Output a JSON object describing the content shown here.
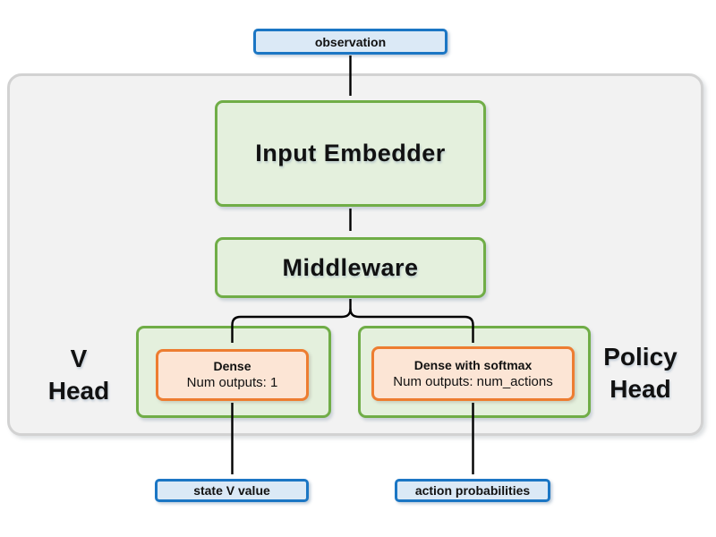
{
  "colors": {
    "blue_border": "#1b76c4",
    "blue_fill": "#dbe9f6",
    "green_border": "#70ad47",
    "green_fill": "#e4f0dd",
    "orange_border": "#ed7d31",
    "orange_fill": "#fce5d5",
    "container_fill": "#f2f2f2",
    "container_border": "#d2d2d2",
    "arrow_color": "#000000",
    "text_color": "#111111"
  },
  "diagram": {
    "input_node": {
      "label": "observation"
    },
    "input_embedder": {
      "label": "Input Embedder"
    },
    "middleware": {
      "label": "Middleware"
    },
    "v_head": {
      "title_line1": "V",
      "title_line2": "Head",
      "layer_title": "Dense",
      "layer_subtitle": "Num outputs: 1"
    },
    "policy_head": {
      "title_line1": "Policy",
      "title_line2": "Head",
      "layer_title": "Dense with softmax",
      "layer_subtitle": "Num outputs: num_actions"
    },
    "outputs": {
      "state_value": {
        "label": "state V value"
      },
      "action_probabilities": {
        "label": "action probabilities"
      }
    }
  }
}
